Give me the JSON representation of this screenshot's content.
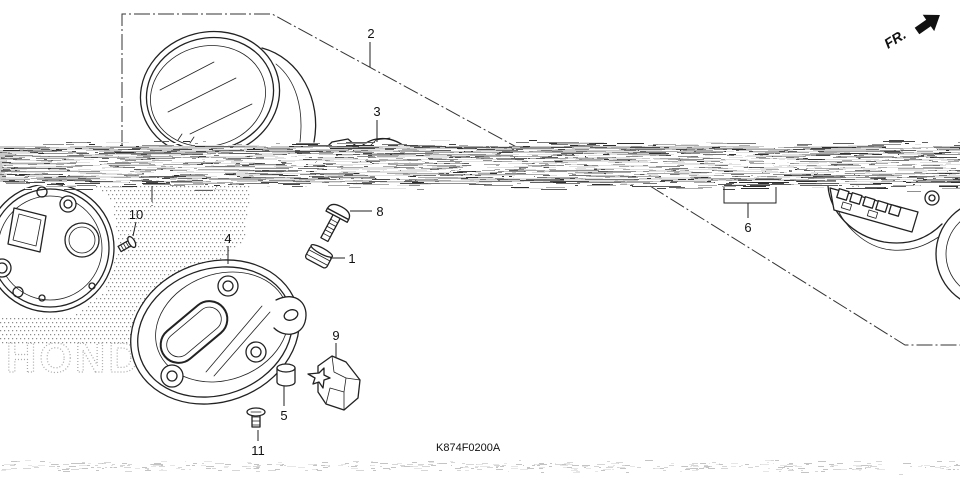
{
  "diagram": {
    "callouts": [
      "2",
      "3",
      "6",
      "10",
      "4",
      "8",
      "1",
      "9",
      "5",
      "11"
    ],
    "figure_code": "K874F0200A",
    "direction_label": "FR.",
    "watermark": "HONDA"
  },
  "colors": {
    "line": "#222222",
    "background": "#ffffff",
    "halftone": "#8a8a8a"
  }
}
